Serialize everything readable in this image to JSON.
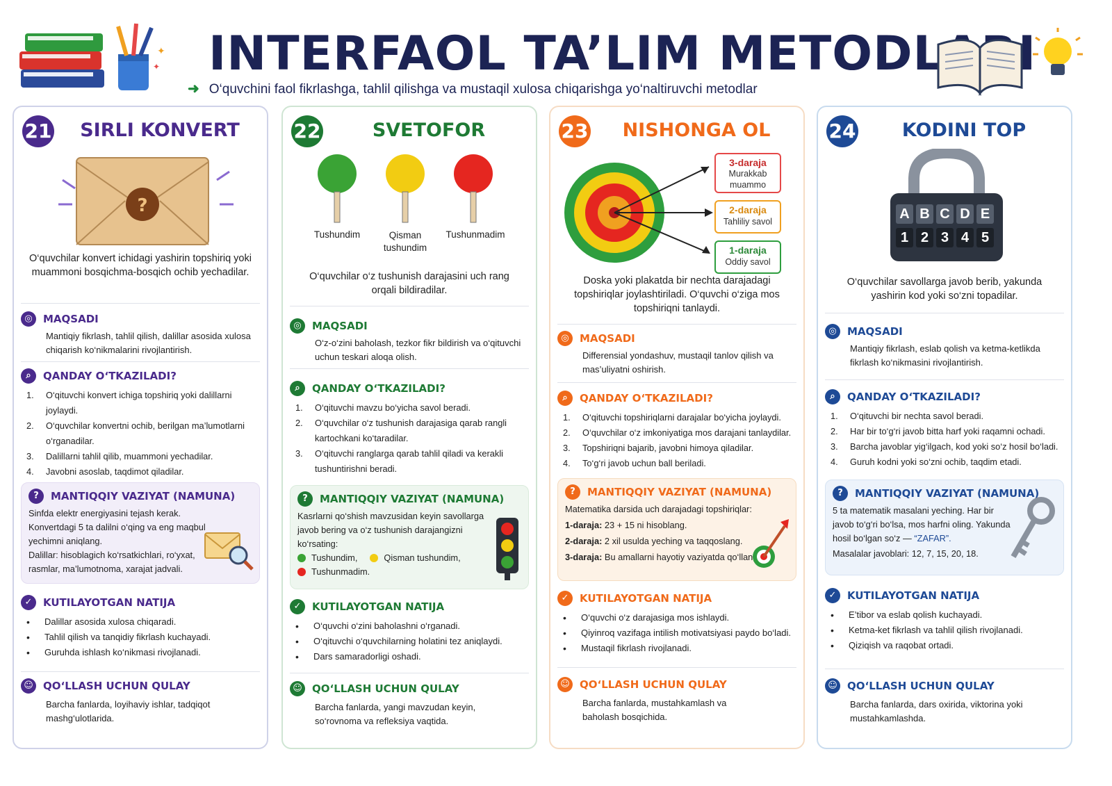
{
  "header": {
    "title": "INTERFAOL TA’LIM METODLARI",
    "subtitle": "O‘quvchini faol fikrlashga, tahlil qilishga va mustaqil xulosa chiqarishga yo‘naltiruvchi metodlar"
  },
  "cards": [
    {
      "number": "21",
      "title": "SIRLI KONVERT",
      "accent": "#4a2a8c",
      "description": "O‘quvchilar konvert ichidagi yashirin topshiriq yoki muammoni bosqichma-bosqich ochib yechadilar.",
      "goal_heading": "MAQSADI",
      "goal_text": "Mantiqiy fikrlash, tahlil qilish, dalillar asosida xulosa chiqarish ko‘nikmalarini rivojlantirish.",
      "how_heading": "QANDAY O‘TKAZILADI?",
      "steps": [
        "O‘qituvchi konvert ichiga topshiriq yoki dalillarni joylaydi.",
        "O‘quvchilar konvertni ochib, berilgan ma’lumotlarni o‘rganadilar.",
        "Dalillarni tahlil qilib, muammoni yechadilar.",
        "Javobni asoslab, taqdimot qiladilar."
      ],
      "case_heading": "MANTIQQIY VAZIYAT (NAMUNA)",
      "case_lines": [
        "Sinfda elektr energiyasini tejash kerak.",
        "Konvertdagi 5 ta dalilni o‘qing va eng maqbul yechimni aniqlang.",
        "Dalillar: hisoblagich ko‘rsatkichlari, ro‘yxat, rasmlar, ma’lumotnoma, xarajat jadvali."
      ],
      "result_heading": "KUTILAYOTGAN NATIJA",
      "results": [
        "Dalillar asosida xulosa chiqaradi.",
        "Tahlil qilish va tanqidiy fikrlash kuchayadi.",
        "Guruhda ishlash ko‘nikmasi rivojlanadi."
      ],
      "usage_heading": "QO‘LLASH UCHUN QULAY",
      "usage_text": "Barcha fanlarda, loyihaviy ishlar, tadqiqot mashg‘ulotlarida."
    },
    {
      "number": "22",
      "title": "SVETOFOR",
      "accent": "#1e7a34",
      "lights": [
        "Tushundim",
        "Qisman tushundim",
        "Tushunmadim"
      ],
      "light_colors": [
        "#3aa335",
        "#f2cc12",
        "#e52620"
      ],
      "description": "O‘quvchilar o‘z tushunish darajasini uch rang orqali bildiradilar.",
      "goal_heading": "MAQSADI",
      "goal_text": "O‘z-o‘zini baholash, tezkor fikr bildirish va o‘qituvchi uchun teskari aloqa olish.",
      "how_heading": "QANDAY O‘TKAZILADI?",
      "steps": [
        "O‘qituvchi mavzu bo‘yicha savol beradi.",
        "O‘quvchilar o‘z tushunish darajasiga qarab rangli kartochkani ko‘taradilar.",
        "O‘qituvchi ranglarga qarab tahlil qiladi va kerakli tushuntirishni beradi."
      ],
      "case_heading": "MANTIQQIY VAZIYAT (NAMUNA)",
      "case_text": "Kasrlarni qo‘shish mavzusidan keyin savollarga javob bering va o‘z tushunish darajangizni ko‘rsating:",
      "case_options": [
        "Tushundim,",
        "Qisman tushundim,",
        "Tushunmadim."
      ],
      "result_heading": "KUTILAYOTGAN NATIJA",
      "results": [
        "O‘quvchi o‘zini baholashni o‘rganadi.",
        "O‘qituvchi o‘quvchilarning holatini tez aniqlaydi.",
        "Dars samaradorligi oshadi."
      ],
      "usage_heading": "QO‘LLASH UCHUN QULAY",
      "usage_text": "Barcha fanlarda, yangi mavzudan keyin, so‘rovnoma va refleksiya vaqtida."
    },
    {
      "number": "23",
      "title": "NISHONGA OL",
      "accent": "#f06a1a",
      "levels": [
        {
          "title": "3-daraja",
          "text": "Murakkab muammo",
          "color": "#e54848"
        },
        {
          "title": "2-daraja",
          "text": "Tahliliy savol",
          "color": "#f0a020"
        },
        {
          "title": "1-daraja",
          "text": "Oddiy savol",
          "color": "#2e9e3e"
        }
      ],
      "description": "Doska yoki plakatda bir nechta darajadagi topshiriqlar joylashtiriladi. O‘quvchi o‘ziga mos topshiriqni tanlaydi.",
      "goal_heading": "MAQSADI",
      "goal_text": "Differensial yondashuv, mustaqil tanlov qilish va mas’uliyatni oshirish.",
      "how_heading": "QANDAY O‘TKAZILADI?",
      "steps": [
        "O‘qituvchi topshiriqlarni darajalar bo‘yicha joylaydi.",
        "O‘quvchilar o‘z imkoniyatiga mos darajani tanlaydilar.",
        "Topshiriqni bajarib, javobni himoya qiladilar.",
        "To‘g‘ri javob uchun ball beriladi."
      ],
      "case_heading": "MANTIQQIY VAZIYAT (NAMUNA)",
      "case_intro": "Matematika darsida uch darajadagi topshiriqlar:",
      "case_items": [
        {
          "label": "1-daraja:",
          "text": "23 + 15 ni hisoblang."
        },
        {
          "label": "2-daraja:",
          "text": "2 xil usulda yeching va taqqoslang."
        },
        {
          "label": "3-daraja:",
          "text": "Bu amallarni hayotiy vaziyatda qo‘llang."
        }
      ],
      "result_heading": "KUTILAYOTGAN NATIJA",
      "results": [
        "O‘quvchi o‘z darajasiga mos ishlaydi.",
        "Qiyinroq vazifaga intilish motivatsiyasi paydo bo‘ladi.",
        "Mustaqil fikrlash rivojlanadi."
      ],
      "usage_heading": "QO‘LLASH UCHUN QULAY",
      "usage_text": "Barcha fanlarda, mustahkamlash va baholash bosqichida."
    },
    {
      "number": "24",
      "title": "KODINI TOP",
      "accent": "#1e4a96",
      "lock_letters": [
        "A",
        "B",
        "C",
        "D",
        "E"
      ],
      "lock_digits": [
        "1",
        "2",
        "3",
        "4",
        "5"
      ],
      "description": "O‘quvchilar savollarga javob berib, yakunda yashirin kod yoki so‘zni topadilar.",
      "goal_heading": "MAQSADI",
      "goal_text": "Mantiqiy fikrlash, eslab qolish va ketma-ketlikda fikrlash ko‘nikmasini rivojlantirish.",
      "how_heading": "QANDAY O‘TKAZILADI?",
      "steps": [
        "O‘qituvchi bir nechta savol beradi.",
        "Har bir to‘g‘ri javob bitta harf yoki raqamni ochadi.",
        "Barcha javoblar yig‘ilgach, kod yoki so‘z hosil bo‘ladi.",
        "Guruh kodni yoki so‘zni ochib, taqdim etadi."
      ],
      "case_heading": "MANTIQQIY VAZIYAT (NAMUNA)",
      "case_text": "5 ta matematik masalani yeching. Har bir javob to‘g‘ri bo‘lsa, mos harfni oling. Yakunda hosil bo‘lgan so‘z —",
      "case_word": "“ZAFAR”.",
      "case_answers": "Masalalar javoblari: 12, 7, 15, 20, 18.",
      "result_heading": "KUTILAYOTGAN NATIJA",
      "results": [
        "E’tibor va eslab qolish kuchayadi.",
        "Ketma-ket fikrlash va tahlil qilish rivojlanadi.",
        "Qiziqish va raqobat ortadi."
      ],
      "usage_heading": "QO‘LLASH UCHUN QULAY",
      "usage_text": "Barcha fanlarda, dars oxirida, viktorina yoki mustahkamlashda."
    }
  ]
}
